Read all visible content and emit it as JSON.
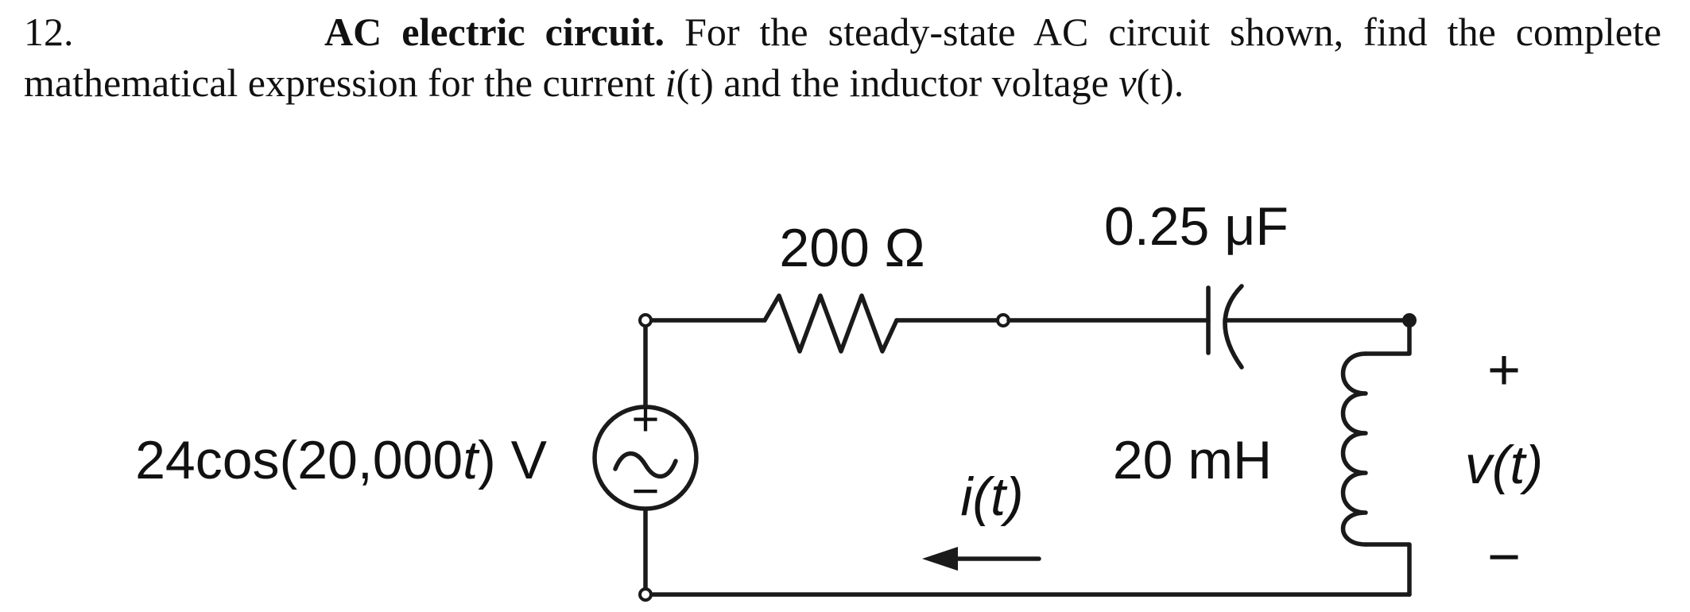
{
  "problem": {
    "number": "12.",
    "heading": "AC electric circuit.",
    "text1": "For the steady-state AC circuit shown, find the complete mathematical expression for the current",
    "current_var": "i",
    "current_arg": "(t)",
    "text2": "and the inductor voltage",
    "voltage_var": "v",
    "voltage_arg": "(t)",
    "text3": "."
  },
  "circuit": {
    "source_label_pre": "24cos(20,000",
    "source_label_var": "t",
    "source_label_post": ") V",
    "source_plus": "+",
    "source_minus": "−",
    "resistor_label": "200 Ω",
    "capacitor_label": "0.25 μF",
    "inductor_label": "20 mH",
    "current_label_pre": "i(",
    "current_label_var": "t",
    "current_label_post": ")",
    "voltage_plus": "+",
    "voltage_label_pre": "v(",
    "voltage_label_var": "t",
    "voltage_label_post": ")",
    "voltage_minus": "−"
  }
}
